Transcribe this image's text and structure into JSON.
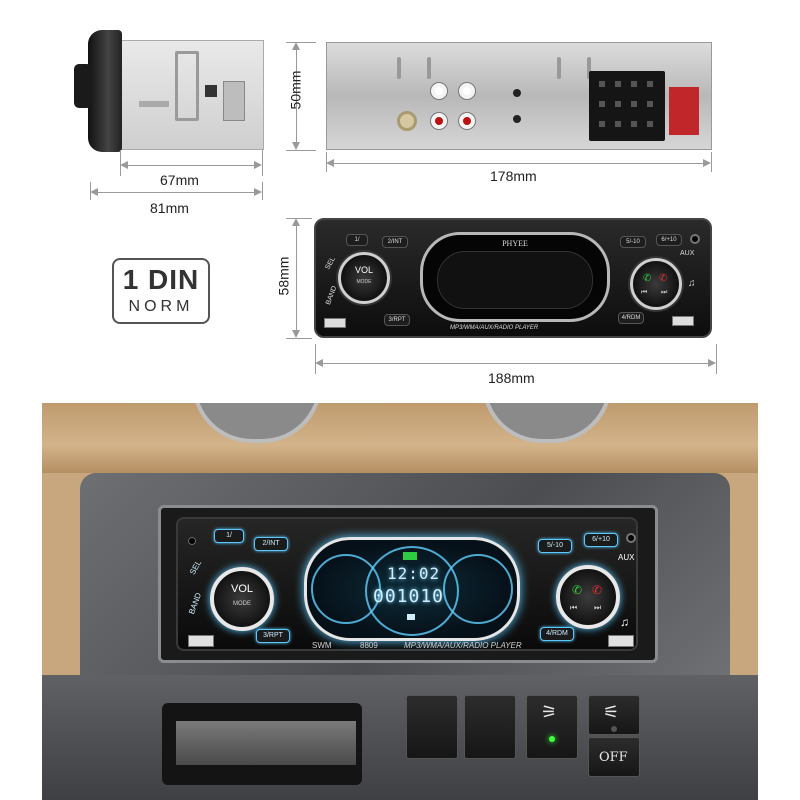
{
  "dimensions": {
    "side_depth_inner": "67mm",
    "side_depth_total": "81mm",
    "rear_height": "50mm",
    "rear_width": "178mm",
    "front_height": "58mm",
    "front_width": "188mm"
  },
  "badge": {
    "main": "1 DIN",
    "sub": "NORM"
  },
  "front_panel_small": {
    "brand": "PHYEE",
    "btn_1": "1/",
    "btn_2": "2/INT",
    "btn_3": "3/RPT",
    "btn_5": "5/-10",
    "btn_6": "6/+10",
    "btn_4": "4/RDM",
    "sel": "SEL",
    "band": "BAND",
    "knob_label": "VOL",
    "knob_sub": "MODE",
    "aux": "AUX",
    "footer": "MP3/WMA/AUX/RADIO PLAYER"
  },
  "photo_panel": {
    "btn_1": "1/",
    "btn_2": "2/INT",
    "btn_3": "3/RPT",
    "btn_5": "5/-10",
    "btn_6": "6/+10",
    "btn_4": "4/RDM",
    "sel": "SEL",
    "band": "BAND",
    "knob_label": "VOL",
    "knob_sub": "MODE",
    "aux": "AUX",
    "time": "12:02",
    "freq": "001010",
    "model_left": "SWM",
    "model_num": "8809",
    "footer": "MP3/WMA/AUX/RADIO PLAYER",
    "switch_off": "OFF"
  },
  "colors": {
    "backlight": "#5ac8ff",
    "call_green": "#2ecc40",
    "call_red": "#e03030",
    "led_green": "#3dff3d"
  },
  "icons": {
    "usb": "usb-icon",
    "music": "music-note-icon",
    "phone_answer": "phone-answer-icon",
    "phone_hangup": "phone-hangup-icon",
    "fog_light": "fog-light-icon"
  }
}
